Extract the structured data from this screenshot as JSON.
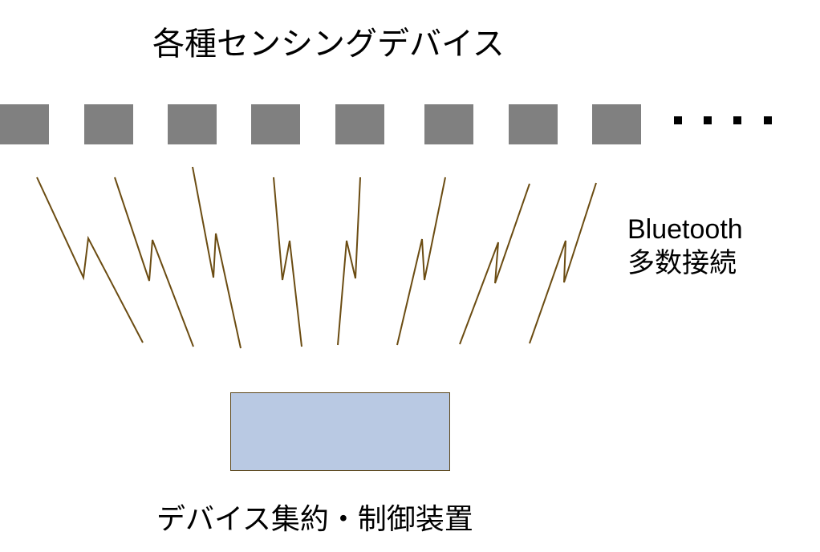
{
  "title": "各種センシングデバイス",
  "connection_label_line1": "Bluetooth",
  "connection_label_line2": "多数接続",
  "hub_label": "デバイス集約・制御装置",
  "device_count_shown": 8,
  "ellipsis_dots": 4,
  "colors": {
    "device": "#808080",
    "bolt": "#6b4c12",
    "hub_fill": "#b9c9e3",
    "hub_border": "#5a4418"
  }
}
